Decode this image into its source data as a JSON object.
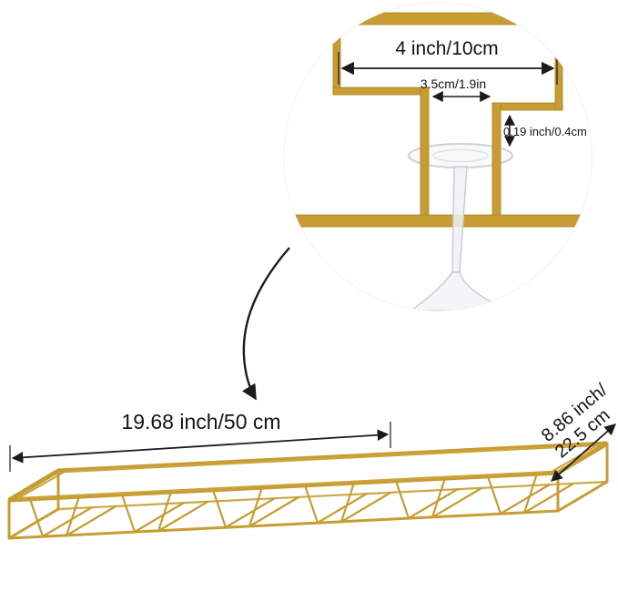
{
  "inset": {
    "width_label": "4 inch/10cm",
    "slot_label": "3.5cm/1.9in",
    "wire_label": "0.19 inch/0.4cm"
  },
  "dimensions": {
    "length_label": "19.68 inch/50 cm",
    "depth_label_line1": "8.86 inch/",
    "depth_label_line2": "22.5 cm"
  },
  "colors": {
    "gold": "#c79d33",
    "gold_dark": "#ab801f",
    "annotation": "#1b1b1b",
    "glass": "#ccd2d6"
  }
}
